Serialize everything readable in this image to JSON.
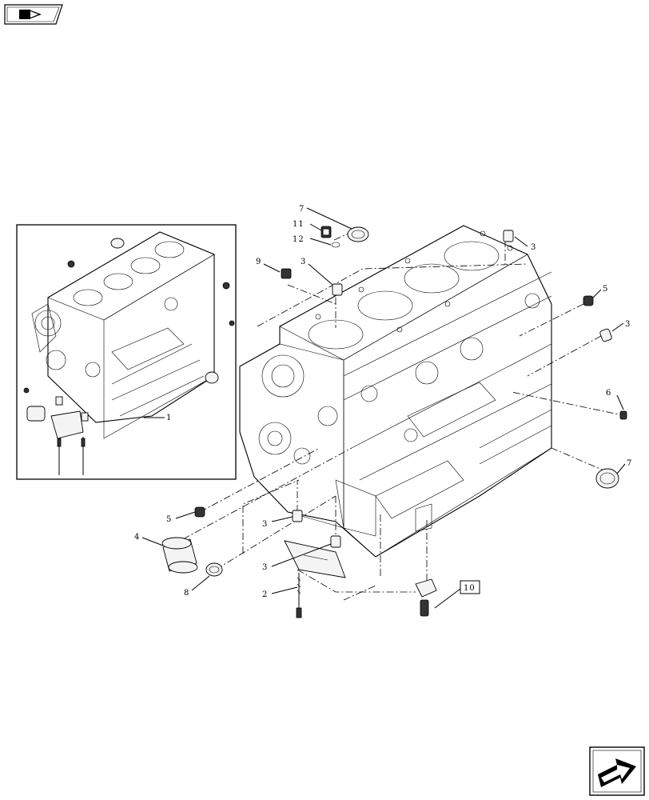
{
  "navigation": {
    "back_icon": "book-arrow-icon",
    "next_icon": "forward-arrow-icon"
  },
  "inset": {
    "callout": "1"
  },
  "callouts": {
    "c2": "2",
    "c3a": "3",
    "c3b": "3",
    "c3c": "3",
    "c3d": "3",
    "c3e": "3",
    "c4": "4",
    "c5a": "5",
    "c5b": "5",
    "c6": "6",
    "c7a": "7",
    "c7b": "7",
    "c8": "8",
    "c9": "9",
    "c10": "10",
    "c11": "11",
    "c12": "12"
  }
}
